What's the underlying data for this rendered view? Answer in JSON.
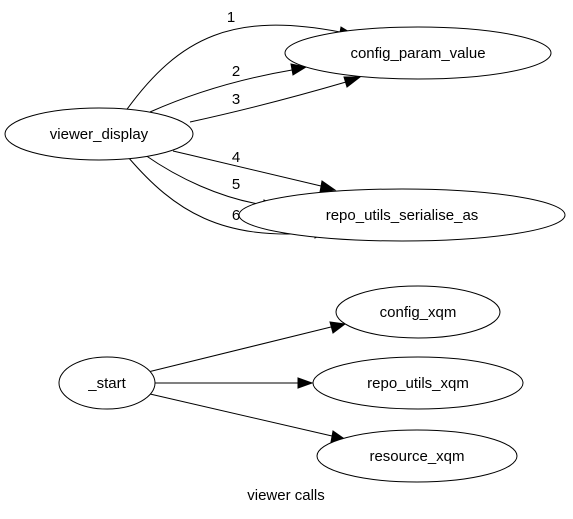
{
  "caption": "viewer calls",
  "nodes": {
    "viewer_display": "viewer_display",
    "config_param_value": "config_param_value",
    "repo_utils_serialise_as": "repo_utils_serialise_as",
    "start": "_start",
    "config_xqm": "config_xqm",
    "repo_utils_xqm": "repo_utils_xqm",
    "resource_xqm": "resource_xqm"
  },
  "edges": [
    {
      "from": "viewer_display",
      "to": "config_param_value",
      "label": "1"
    },
    {
      "from": "viewer_display",
      "to": "config_param_value",
      "label": "2"
    },
    {
      "from": "viewer_display",
      "to": "config_param_value",
      "label": "3"
    },
    {
      "from": "viewer_display",
      "to": "repo_utils_serialise_as",
      "label": "4"
    },
    {
      "from": "viewer_display",
      "to": "repo_utils_serialise_as",
      "label": "5"
    },
    {
      "from": "viewer_display",
      "to": "repo_utils_serialise_as",
      "label": "6"
    },
    {
      "from": "_start",
      "to": "config_xqm",
      "label": ""
    },
    {
      "from": "_start",
      "to": "repo_utils_xqm",
      "label": ""
    },
    {
      "from": "_start",
      "to": "resource_xqm",
      "label": ""
    }
  ],
  "colors": {
    "stroke": "#000000",
    "fill": "#ffffff",
    "background": "#ffffff"
  }
}
